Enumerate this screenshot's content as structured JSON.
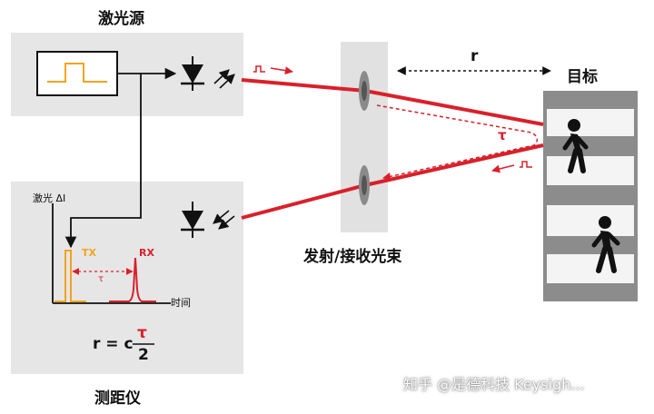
{
  "labels": {
    "laser_source": "激光源",
    "target": "目标",
    "rangefinder": "测距仪",
    "beam_label": "发射/接收光束",
    "distance": "r",
    "tau_beam": "τ",
    "y_axis": "激光 ΔI",
    "x_axis": "时间",
    "tx": "TX",
    "rx": "RX",
    "tau_pulse": "τ",
    "formula_lhs": "r = c",
    "formula_num": "τ",
    "formula_den": "2"
  },
  "watermark": "知乎 @是德科技 Keysigh...",
  "colors": {
    "beam": "#d9202a",
    "tx_pulse": "#f2a41c",
    "panel": "#e6e6e6",
    "lens_panel": "#e1e1e1",
    "target_panel": "#8c8c8c"
  }
}
